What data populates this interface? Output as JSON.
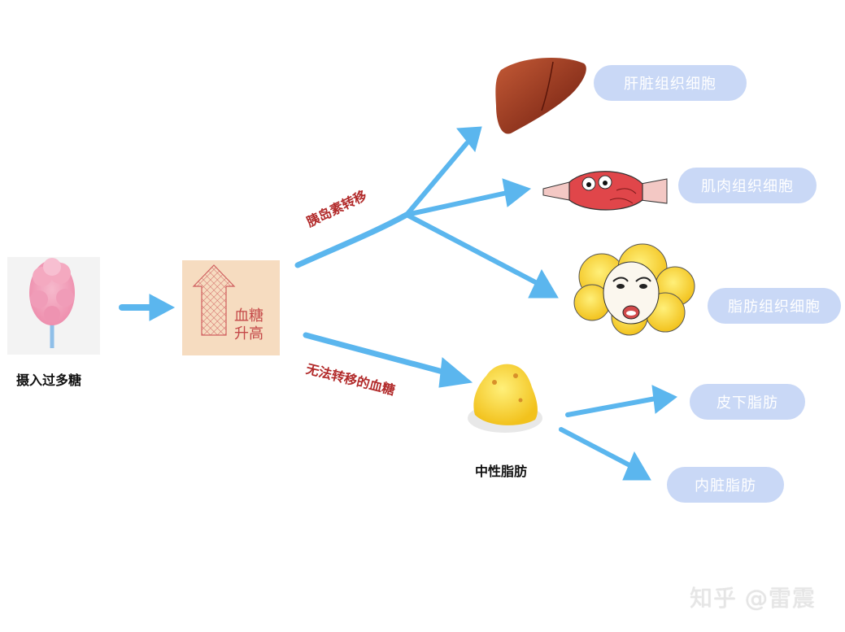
{
  "input": {
    "label": "摄入过多糖"
  },
  "blood_sugar": {
    "line1": "血糖",
    "line2": "升高"
  },
  "edges": {
    "insulin": "胰岛素转移",
    "untransferred": "无法转移的血糖"
  },
  "fat": {
    "label": "中性脂肪"
  },
  "targets": [
    {
      "label": "肝脏组织细胞"
    },
    {
      "label": "肌肉组织细胞"
    },
    {
      "label": "脂肪组织细胞"
    }
  ],
  "fat_targets": [
    {
      "label": "皮下脂肪"
    },
    {
      "label": "内脏脂肪"
    }
  ],
  "watermark": "知乎 @雷震",
  "colors": {
    "arrow": "#5bb6ee",
    "pill": "#c9d8f6",
    "edge_label": "#b22b2b"
  }
}
